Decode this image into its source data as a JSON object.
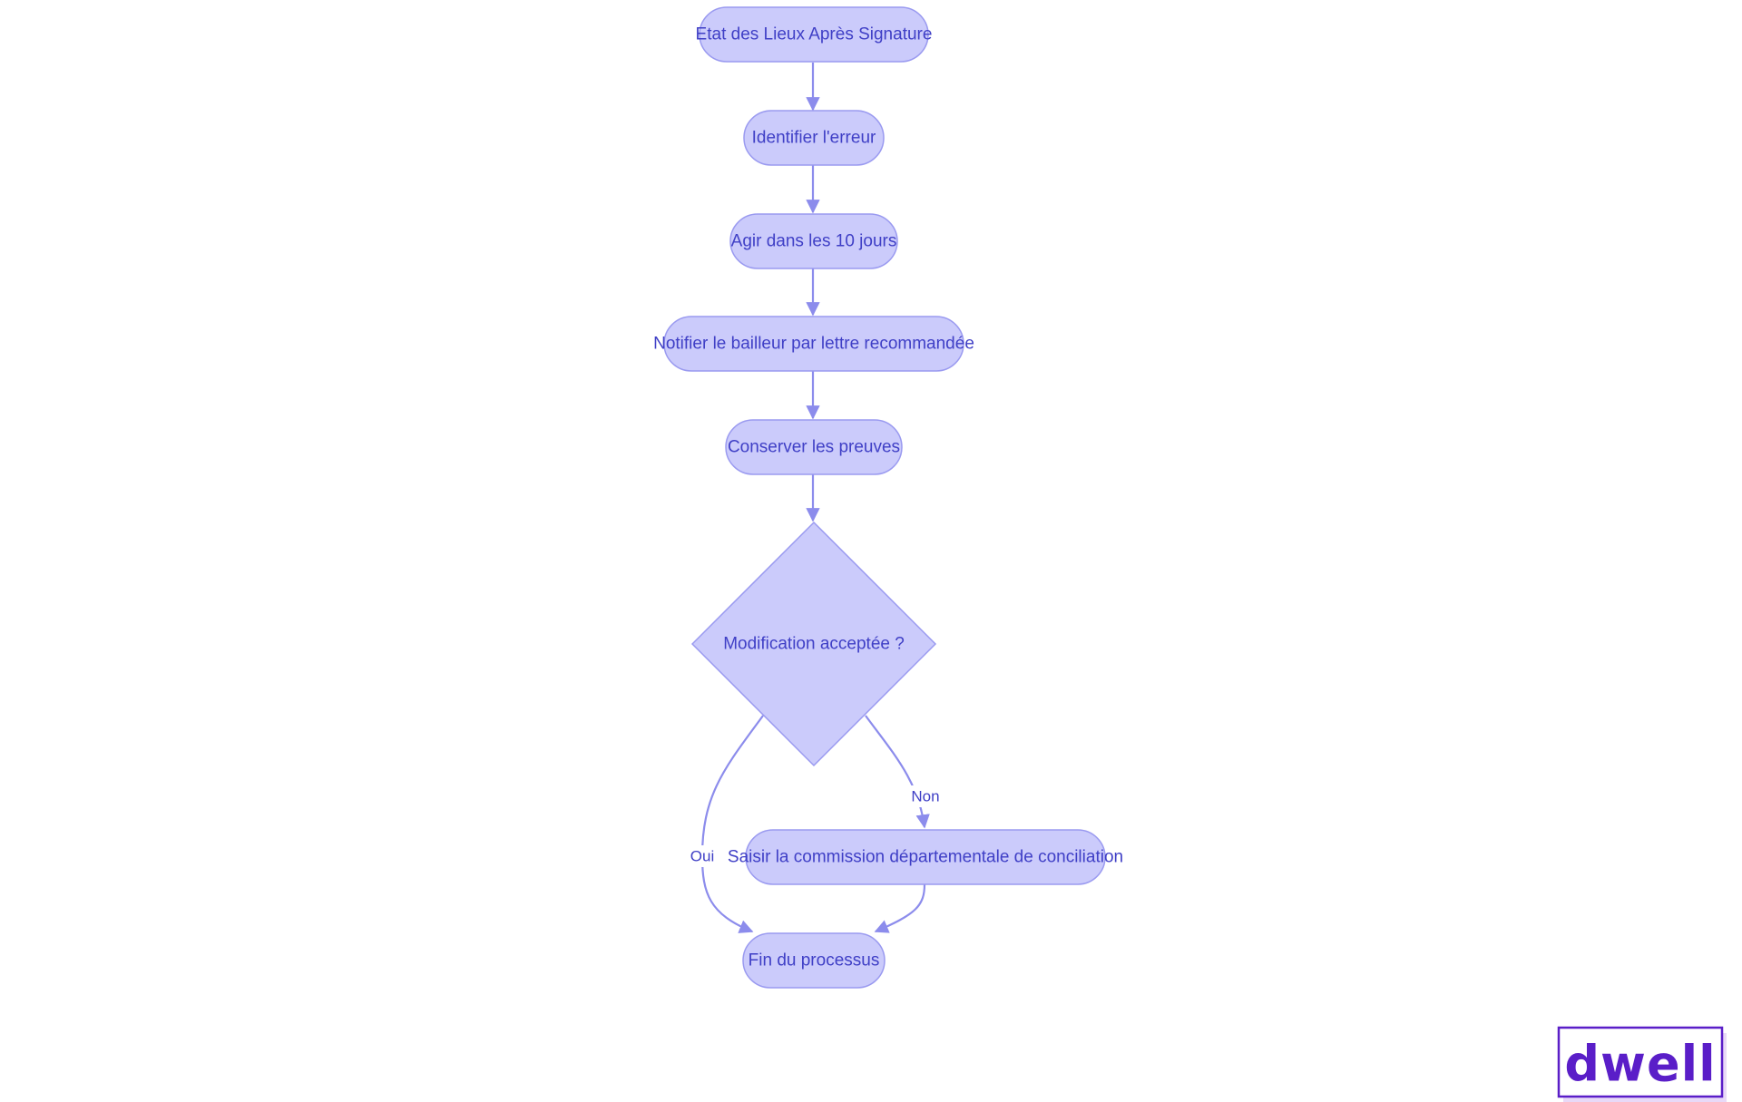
{
  "diagram": {
    "type": "flowchart",
    "nodes": [
      {
        "id": "n1",
        "label": "Etat des Lieux Après Signature",
        "shape": "rounded"
      },
      {
        "id": "n2",
        "label": "Identifier l'erreur",
        "shape": "rounded"
      },
      {
        "id": "n3",
        "label": "Agir dans les 10 jours",
        "shape": "rounded"
      },
      {
        "id": "n4",
        "label": "Notifier le bailleur par lettre recommandée",
        "shape": "rounded"
      },
      {
        "id": "n5",
        "label": "Conserver les preuves",
        "shape": "rounded"
      },
      {
        "id": "n6",
        "label": "Modification acceptée ?",
        "shape": "diamond"
      },
      {
        "id": "n7",
        "label": "Saisir la commission départementale de conciliation",
        "shape": "rounded"
      },
      {
        "id": "n8",
        "label": "Fin du processus",
        "shape": "rounded"
      }
    ],
    "edges": [
      {
        "from": "n1",
        "to": "n2",
        "label": ""
      },
      {
        "from": "n2",
        "to": "n3",
        "label": ""
      },
      {
        "from": "n3",
        "to": "n4",
        "label": ""
      },
      {
        "from": "n4",
        "to": "n5",
        "label": ""
      },
      {
        "from": "n5",
        "to": "n6",
        "label": ""
      },
      {
        "from": "n6",
        "to": "n8",
        "label": "Oui"
      },
      {
        "from": "n6",
        "to": "n7",
        "label": "Non"
      },
      {
        "from": "n7",
        "to": "n8",
        "label": ""
      }
    ]
  },
  "colors": {
    "node_fill": "#cbcbfb",
    "node_stroke": "#9a9af0",
    "edge": "#8c8cec",
    "text": "#3f3fc6",
    "logo": "#5a1ec8",
    "logo_shadow": "#e8d9f7"
  },
  "logo": {
    "text": "dwell"
  }
}
